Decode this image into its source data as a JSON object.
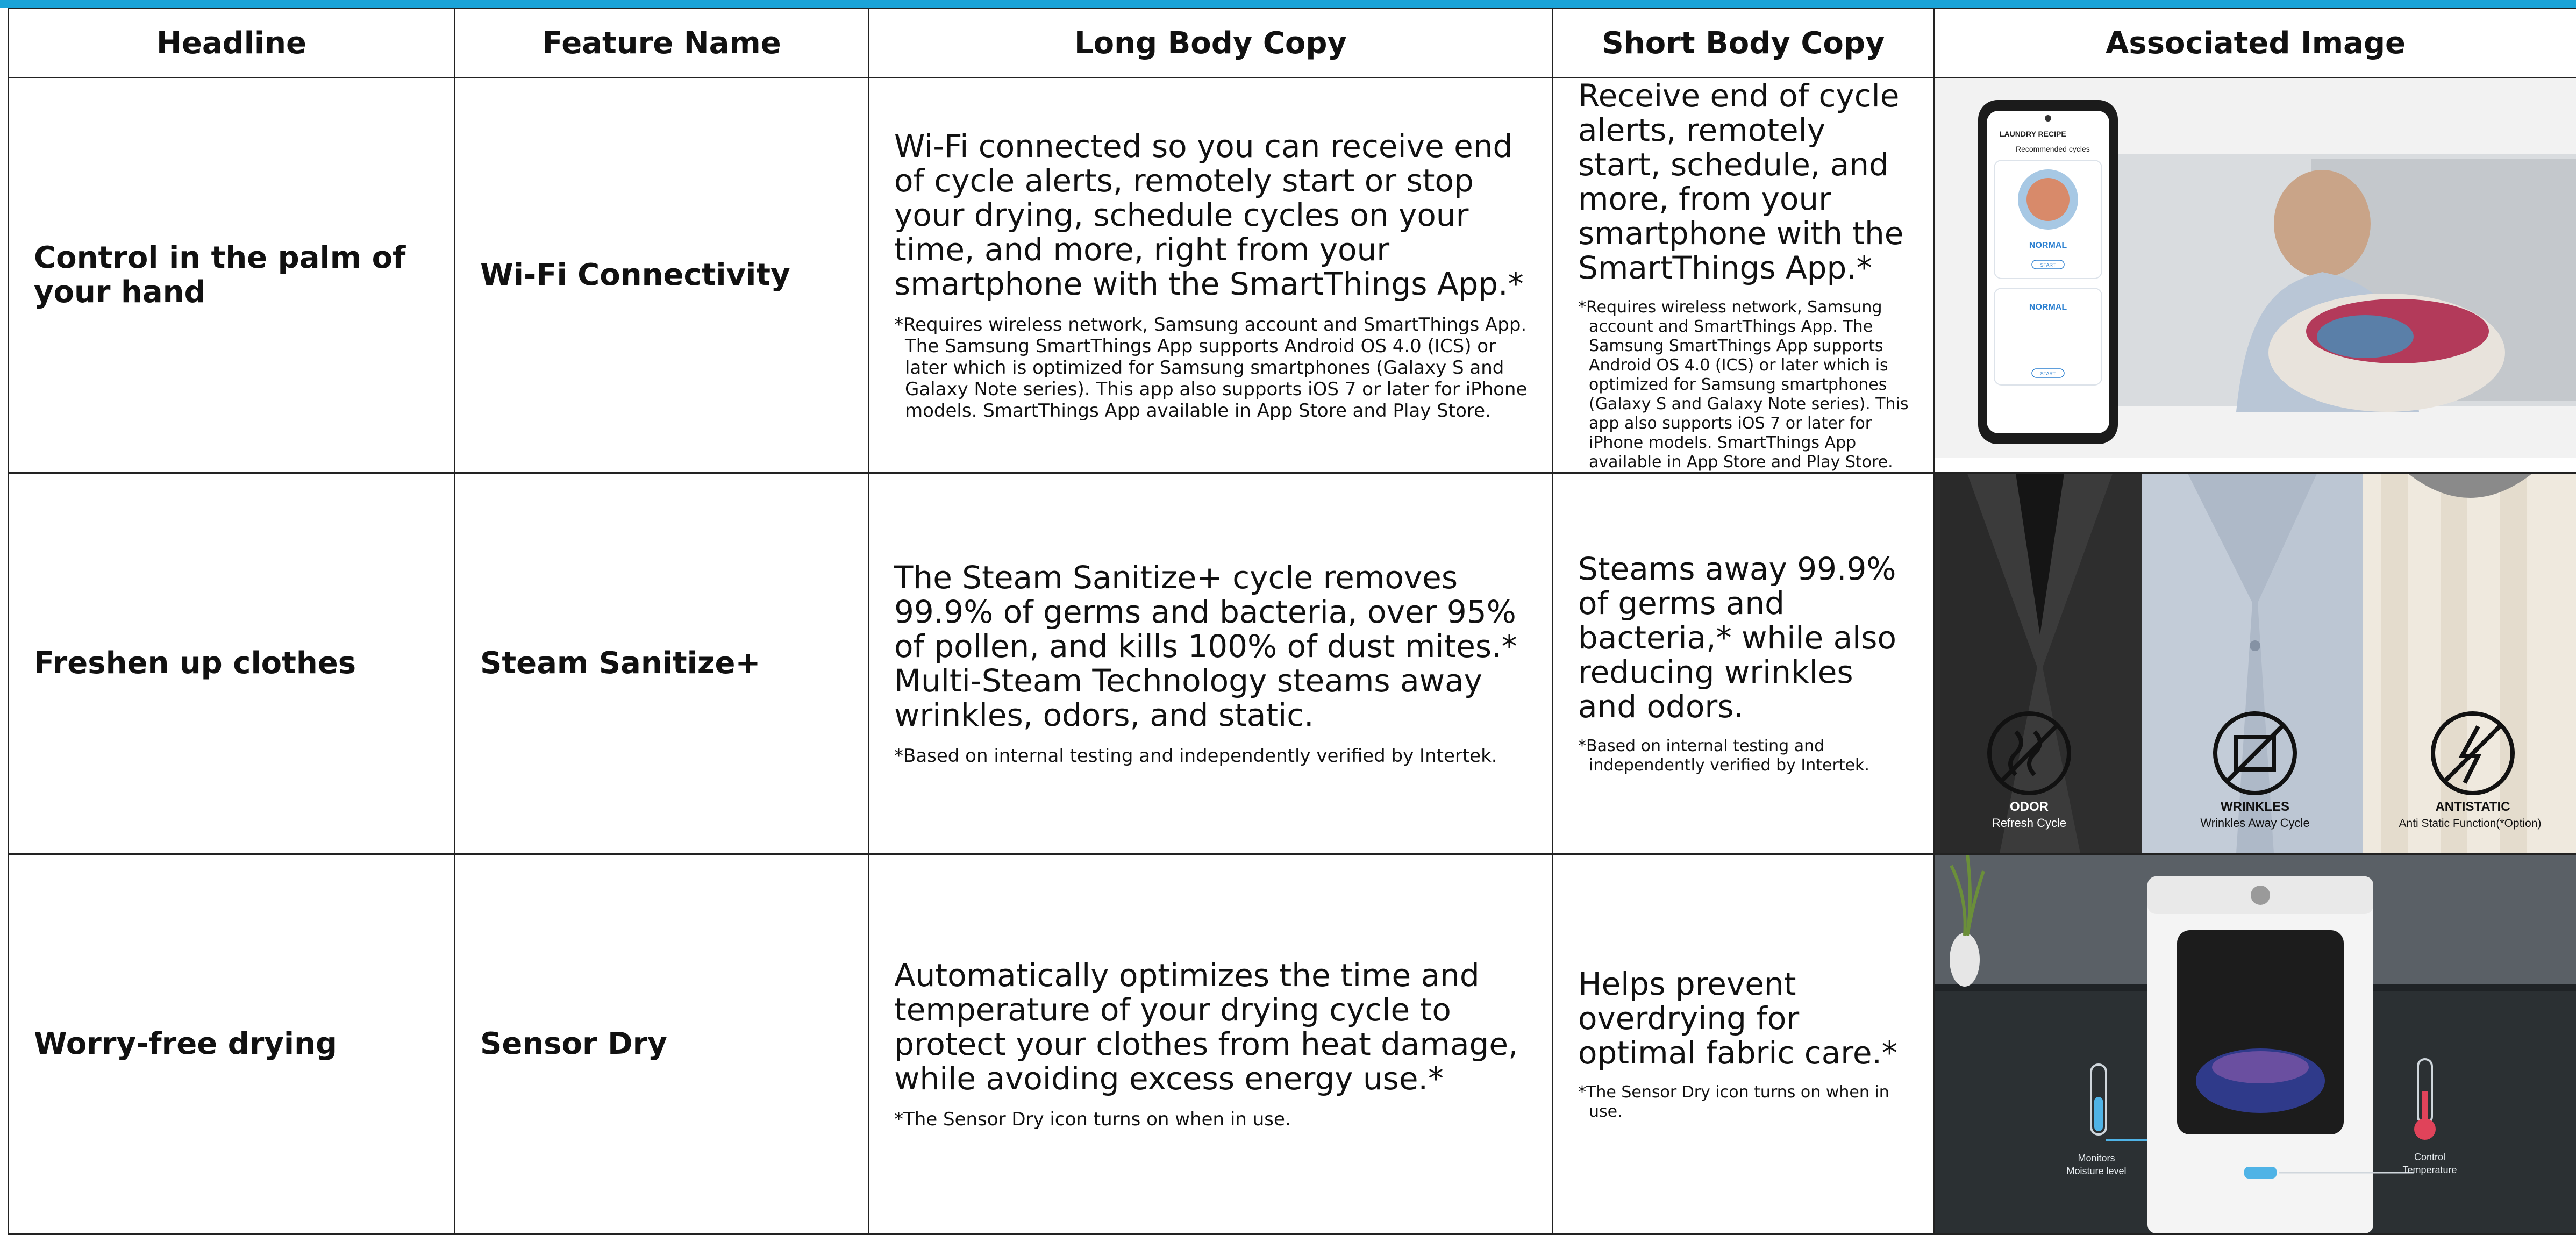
{
  "columns": [
    "Headline",
    "Feature Name",
    "Long Body Copy",
    "Short Body Copy",
    "Associated Image"
  ],
  "rows": [
    {
      "headline": "Control in the palm of your hand",
      "feature": "Wi-Fi Connectivity",
      "long_main": "Wi-Fi connected so you can receive end of cycle alerts, remotely start or stop your drying, schedule cycles on your time, and more, right from your smartphone with the SmartThings App.*",
      "long_foot": "*Requires wireless network, Samsung account and SmartThings App. The Samsung SmartThings App supports Android OS 4.0 (ICS) or later which is optimized for Samsung smartphones (Galaxy S and Galaxy Note series). This app also supports iOS 7 or later for iPhone models. SmartThings App available in App Store and Play Store.",
      "short_main": "Receive end of cycle alerts, remotely start, schedule, and more, from your smartphone with the SmartThings App.*",
      "short_foot": "*Requires wireless network, Samsung account and SmartThings App. The Samsung SmartThings App supports Android OS 4.0 (ICS) or later which is optimized for Samsung smartphones (Galaxy S and Galaxy Note series). This app also supports iOS 7 or later for iPhone models. SmartThings App available in App Store and Play Store.",
      "image": {
        "phone_header": "LAUNDRY RECIPE",
        "phone_subheader": "Recommended cycles",
        "cycle1_name": "NORMAL",
        "cycle2_name": "NORMAL",
        "start_label": "START"
      }
    },
    {
      "headline": "Freshen up clothes",
      "feature": "Steam Sanitize+",
      "long_main": "The Steam Sanitize+ cycle removes 99.9% of germs and bacteria, over 95% of pollen, and kills 100% of dust mites.* Multi-Steam Technology steams away wrinkles, odors, and static.",
      "long_foot": "*Based on internal testing and independently verified by Intertek.",
      "short_main": "Steams away 99.9% of germs and bacteria,* while also reducing wrinkles and odors.",
      "short_foot": "*Based on internal testing and independently verified by Intertek.",
      "image": {
        "panel1_title": "ODOR",
        "panel1_sub": "Refresh Cycle",
        "panel2_title": "WRINKLES",
        "panel2_sub": "Wrinkles Away Cycle",
        "panel3_title": "ANTISTATIC",
        "panel3_sub": "Anti Static Function(*Option)"
      }
    },
    {
      "headline": "Worry-free drying",
      "feature": "Sensor Dry",
      "long_main": "Automatically optimizes the time and temperature of your drying cycle to protect your clothes from heat damage, while avoiding excess energy use.*",
      "long_foot": "*The Sensor Dry icon turns on when in use.",
      "short_main": "Helps prevent overdrying for optimal fabric care.*",
      "short_foot": "*The Sensor Dry icon turns on when in use.",
      "image": {
        "left_label_1": "Monitors",
        "left_label_2": "Moisture level",
        "right_label_1": "Control",
        "right_label_2": "Temperature"
      }
    }
  ],
  "colors": {
    "accent_bar": "#1aa3d8",
    "grid_line": "#222222",
    "sensor_blue": "#4fb3e6",
    "sensor_red": "#e0435a"
  },
  "icons": [
    "odor-icon",
    "wrinkles-icon",
    "antistatic-icon",
    "thermometer-icon",
    "moisture-gauge-icon",
    "smartphone-icon"
  ]
}
